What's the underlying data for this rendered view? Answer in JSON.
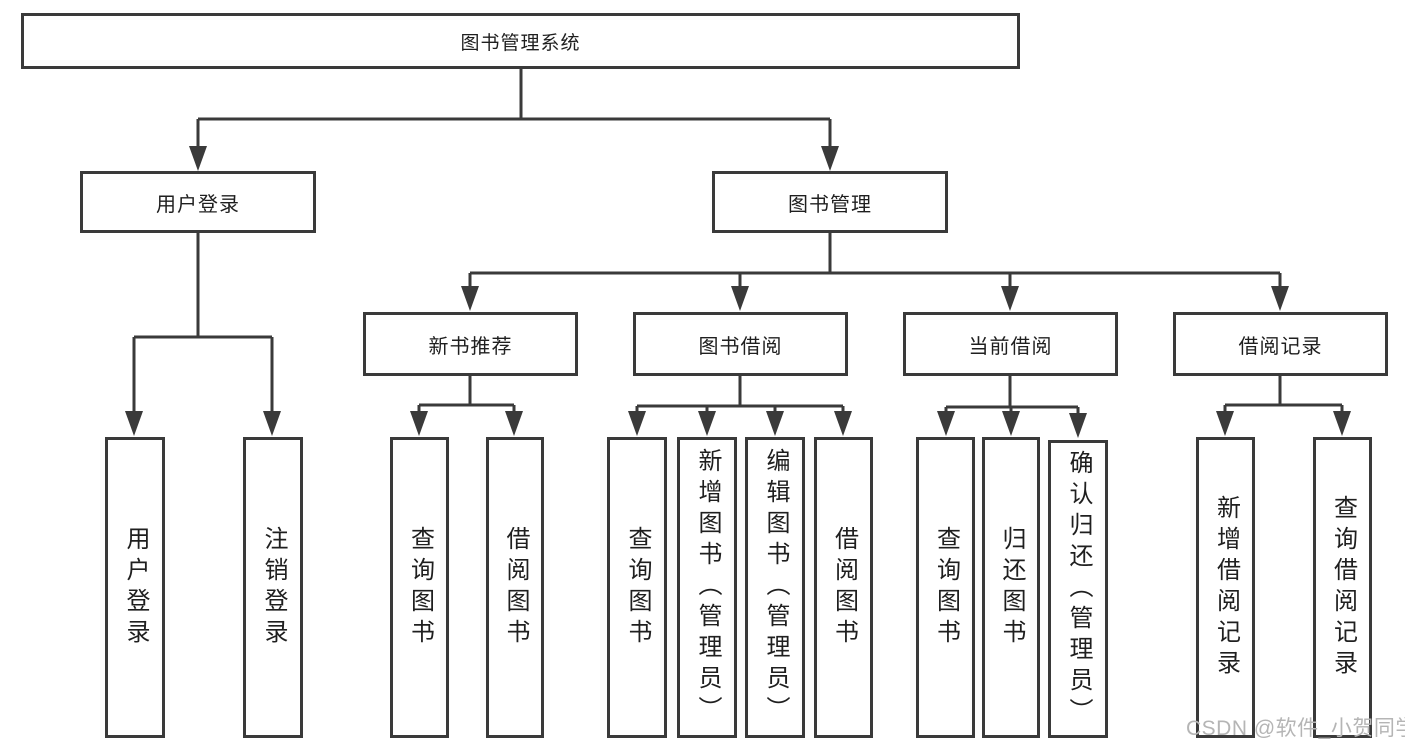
{
  "diagram": {
    "title": "图书管理系统",
    "nodes": {
      "root": "图书管理系统",
      "userLogin": "用户登录",
      "bookMgmt": "图书管理",
      "newBooks": "新书推荐",
      "bookBorrow": "图书借阅",
      "currentBorrow": "当前借阅",
      "borrowRecords": "借阅记录",
      "leaves": [
        "用户登录",
        "注销登录",
        "查询图书",
        "借阅图书",
        "查询图书",
        "新增图书（管理员）",
        "编辑图书（管理员）",
        "借阅图书",
        "查询图书",
        "归还图书",
        "确认归还（管理员）",
        "新增借阅记录",
        "查询借阅记录"
      ]
    },
    "edges": [
      [
        "图书管理系统",
        "用户登录"
      ],
      [
        "图书管理系统",
        "图书管理"
      ],
      [
        "用户登录",
        "用户登录"
      ],
      [
        "用户登录",
        "注销登录"
      ],
      [
        "图书管理",
        "新书推荐"
      ],
      [
        "图书管理",
        "图书借阅"
      ],
      [
        "图书管理",
        "当前借阅"
      ],
      [
        "图书管理",
        "借阅记录"
      ],
      [
        "新书推荐",
        "查询图书"
      ],
      [
        "新书推荐",
        "借阅图书"
      ],
      [
        "图书借阅",
        "查询图书"
      ],
      [
        "图书借阅",
        "新增图书（管理员）"
      ],
      [
        "图书借阅",
        "编辑图书（管理员）"
      ],
      [
        "图书借阅",
        "借阅图书"
      ],
      [
        "当前借阅",
        "查询图书"
      ],
      [
        "当前借阅",
        "归还图书"
      ],
      [
        "当前借阅",
        "确认归还（管理员）"
      ],
      [
        "借阅记录",
        "新增借阅记录"
      ],
      [
        "借阅记录",
        "查询借阅记录"
      ]
    ]
  },
  "watermark": "CSDN @软件_小贺同学",
  "colors": {
    "line": "#3a3a3a",
    "border": "#3a3a3a",
    "text": "#1f1f1f",
    "watermark": "#b5b5b5",
    "background": "#ffffff"
  }
}
